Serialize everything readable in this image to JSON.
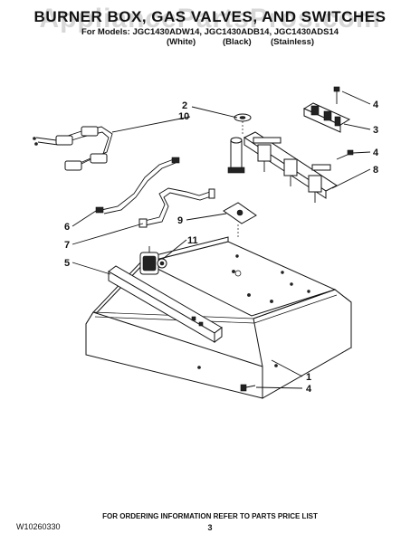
{
  "header": {
    "title": "BURNER BOX, GAS VALVES, AND SWITCHES",
    "models_line": "For Models: JGC1430ADW14, JGC1430ADB14, JGC1430ADS14",
    "finish_white": "(White)",
    "finish_black": "(Black)",
    "finish_stainless": "(Stainless)"
  },
  "watermark": "AppliancePartsPros.com",
  "callouts": {
    "c1": "1",
    "c2": "2",
    "c3": "3",
    "c4a": "4",
    "c4b": "4",
    "c4c": "4",
    "c5": "5",
    "c6": "6",
    "c7": "7",
    "c8": "8",
    "c9": "9",
    "c10": "10",
    "c11": "11"
  },
  "footer": {
    "doc_number": "W10260330",
    "ordering_note": "FOR ORDERING INFORMATION REFER TO PARTS PRICE LIST",
    "page_number": "3"
  },
  "colors": {
    "ink": "#111111",
    "watermark": "#a0a0a0",
    "background": "#ffffff"
  }
}
